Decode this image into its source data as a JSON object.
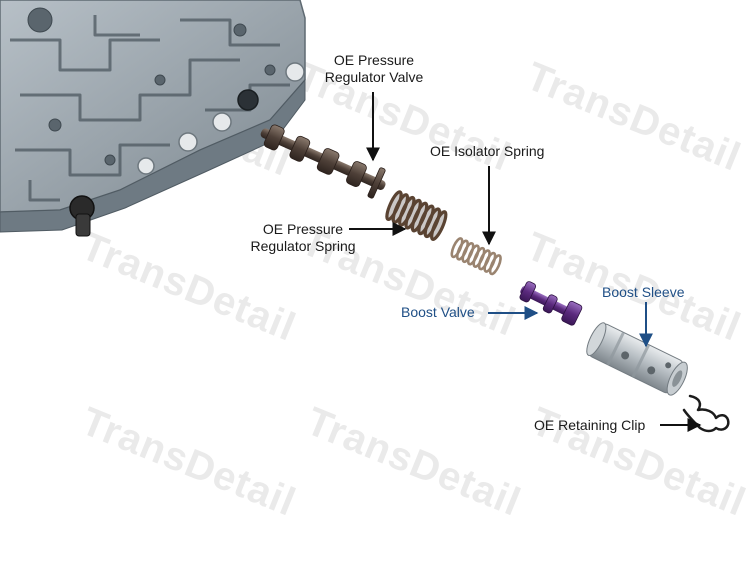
{
  "watermark": "TransDetail",
  "colors": {
    "black_arrow": "#111111",
    "blue_arrow": "#1f4f86",
    "boost_valve": "#5b2a7e",
    "valve_body": "#8f9aa3"
  },
  "labels": {
    "pressure_regulator_valve": {
      "line1": "OE Pressure",
      "line2": "Regulator Valve"
    },
    "isolator_spring": "OE Isolator Spring",
    "pressure_regulator_spring": {
      "line1": "OE Pressure",
      "line2": "Regulator Spring"
    },
    "boost_valve": "Boost Valve",
    "boost_sleeve": "Boost Sleeve",
    "retaining_clip": "OE Retaining Clip"
  }
}
